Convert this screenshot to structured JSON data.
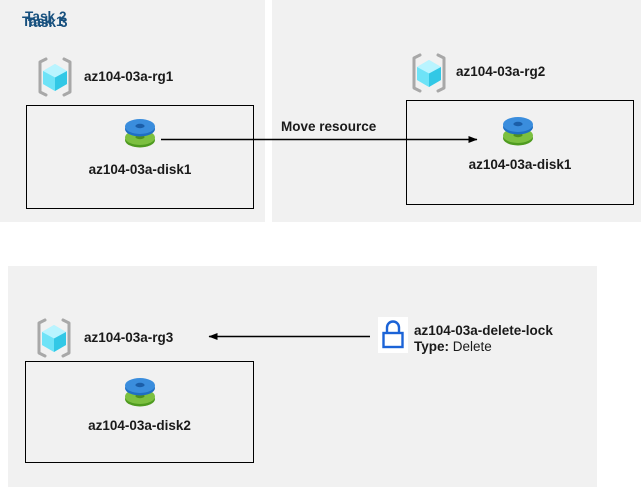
{
  "diagram": {
    "title_color": "#17507e",
    "panel_bg": "#f1f1f1",
    "page_bg": "#ffffff",
    "accent_lock_color": "#1b63d7",
    "disk_top_color": "#3a8ddd",
    "disk_bottom_color": "#6cb33f",
    "rg_cube_color": "#50e6ff"
  },
  "tasks": [
    {
      "title": "Task 1",
      "resource_group": {
        "icon": "resource-group-icon",
        "label": "az104-03a-rg1"
      },
      "resource": {
        "icon": "managed-disk-icon",
        "label": "az104-03a-disk1"
      }
    },
    {
      "title": "Task 2",
      "resource_group": {
        "icon": "resource-group-icon",
        "label": "az104-03a-rg2"
      },
      "resource": {
        "icon": "managed-disk-icon",
        "label": "az104-03a-disk1"
      }
    },
    {
      "title": "Task 3",
      "resource_group": {
        "icon": "resource-group-icon",
        "label": "az104-03a-rg3"
      },
      "resource": {
        "icon": "managed-disk-icon",
        "label": "az104-03a-disk2"
      }
    }
  ],
  "connectors": {
    "move_resource": {
      "label": "Move resource",
      "direction": "right"
    },
    "apply_lock": {
      "direction": "left"
    }
  },
  "lock": {
    "icon": "padlock-icon",
    "name": "az104-03a-delete-lock",
    "type_label": "Type:",
    "type_value": "Delete"
  }
}
